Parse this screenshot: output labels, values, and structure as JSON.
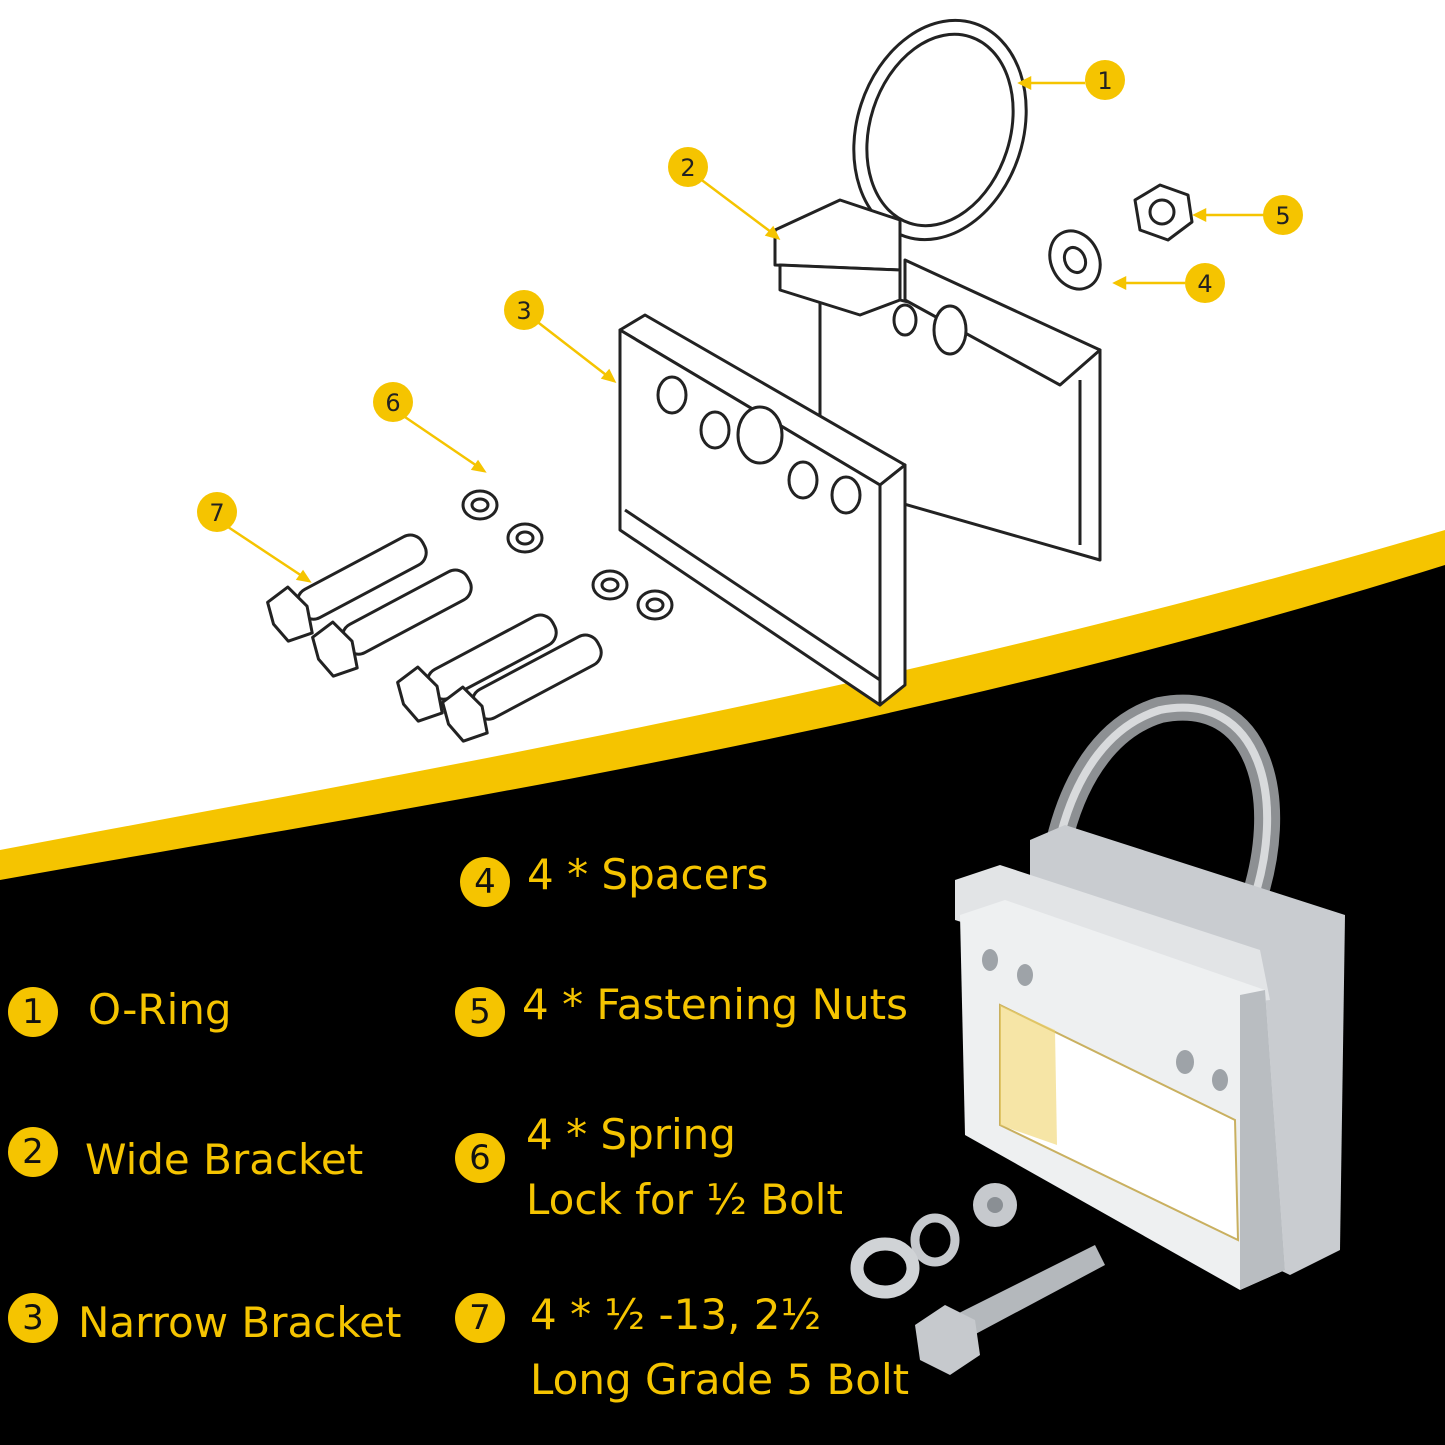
{
  "callouts": [
    "1",
    "2",
    "3",
    "4",
    "5",
    "6",
    "7"
  ],
  "legend": [
    {
      "num": "1",
      "text": "O-Ring"
    },
    {
      "num": "2",
      "text": "Wide Bracket"
    },
    {
      "num": "3",
      "text": "Narrow Bracket"
    },
    {
      "num": "4",
      "text": "4 * Spacers"
    },
    {
      "num": "5",
      "text": "4 * Fastening Nuts"
    },
    {
      "num": "6",
      "line1": "4 * Spring",
      "line2": "Lock for ½ Bolt"
    },
    {
      "num": "7",
      "line1": "4 * ½ -13, 2½",
      "line2": "Long Grade 5 Bolt"
    }
  ],
  "colors": {
    "accent": "#f5c400",
    "background_bottom": "#000000",
    "line": "#222222"
  }
}
